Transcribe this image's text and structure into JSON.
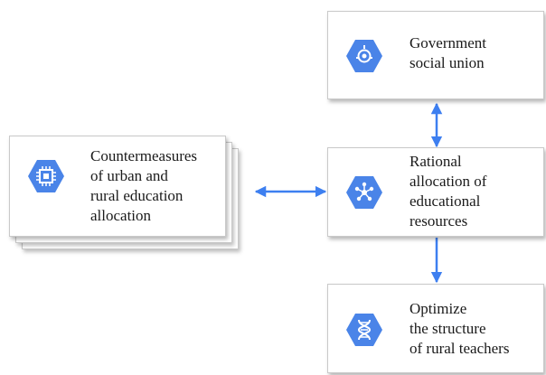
{
  "nodes": {
    "government": {
      "label": "Government\nsocial union",
      "icon": "target-gear-icon"
    },
    "rational": {
      "label": "Rational\nallocation of\neducational\nresources",
      "icon": "network-nodes-icon"
    },
    "countermeasures": {
      "label": "Countermeasures\nof urban and\nrural education\nallocation",
      "icon": "chip-icon"
    },
    "optimize": {
      "label": "Optimize\nthe structure\nof rural teachers",
      "icon": "dna-icon"
    }
  },
  "colors": {
    "accent": "#4285f4",
    "hex_fill": "#4a84e8",
    "connector": "#3d7ff0",
    "card_border": "#c9c9c9"
  }
}
